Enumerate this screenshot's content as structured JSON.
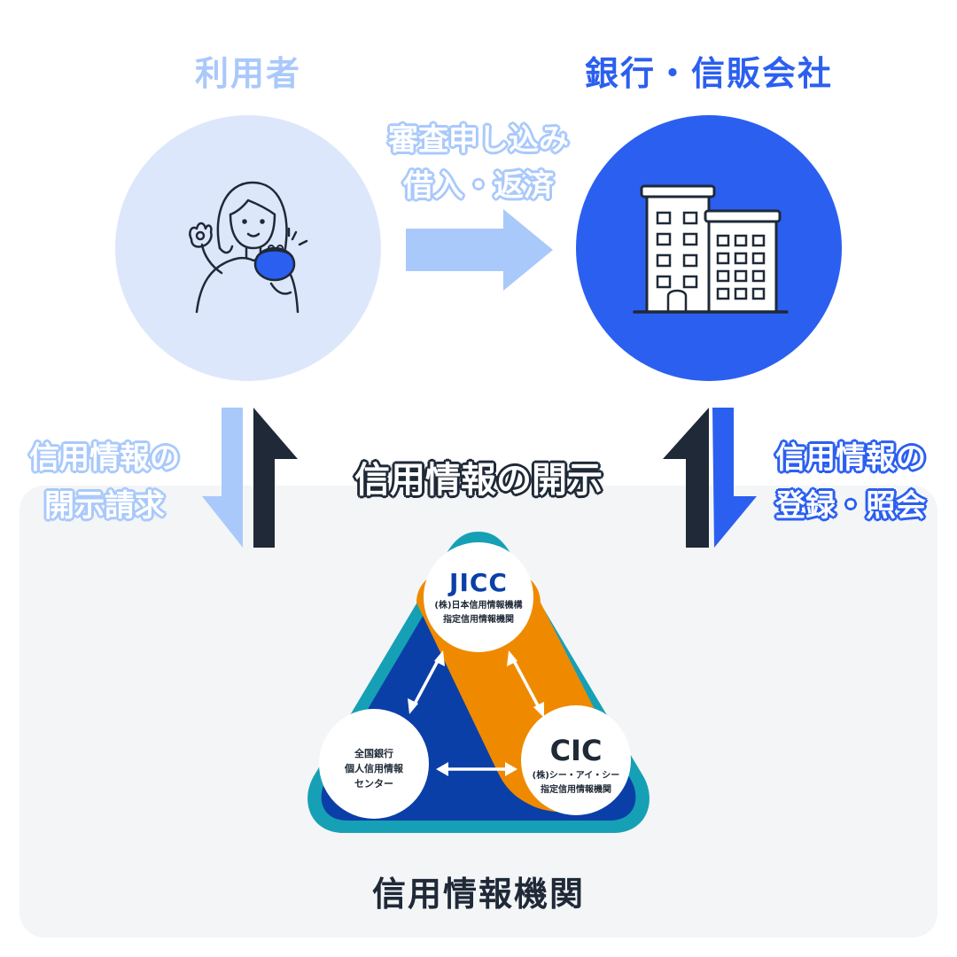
{
  "parties": {
    "user": {
      "label": "利用者"
    },
    "bank": {
      "label": "銀行・信販会社"
    }
  },
  "flows": {
    "application": {
      "line1": "審査申し込み",
      "line2": "借入・返済"
    },
    "disclosure_request": {
      "line1": "信用情報の",
      "line2": "開示請求"
    },
    "disclosure": {
      "label": "信用情報の開示"
    },
    "register": {
      "line1": "信用情報の",
      "line2": "登録・照会"
    }
  },
  "bureau": {
    "title": "信用情報機関",
    "jicc": {
      "logo": "JICC",
      "name": "(株)日本信用情報機構",
      "sub": "指定信用情報機関"
    },
    "cic": {
      "logo": "CIC",
      "name": "(株)シー・アイ・シー",
      "sub": "指定信用情報機関"
    },
    "zengin": {
      "line1": "全国銀行",
      "line2": "個人信用情報",
      "line3": "センター"
    }
  },
  "colors": {
    "user_circle": "#dde7fc",
    "bank_circle": "#2b5ff0",
    "light_arrow": "#a9c9fb",
    "dark_arrow": "#1f2937",
    "blue_arrow": "#2b5ff0",
    "triangle_blue": "#0b3fa8",
    "triangle_teal": "#16a0b5",
    "orange": "#ef8a00"
  }
}
